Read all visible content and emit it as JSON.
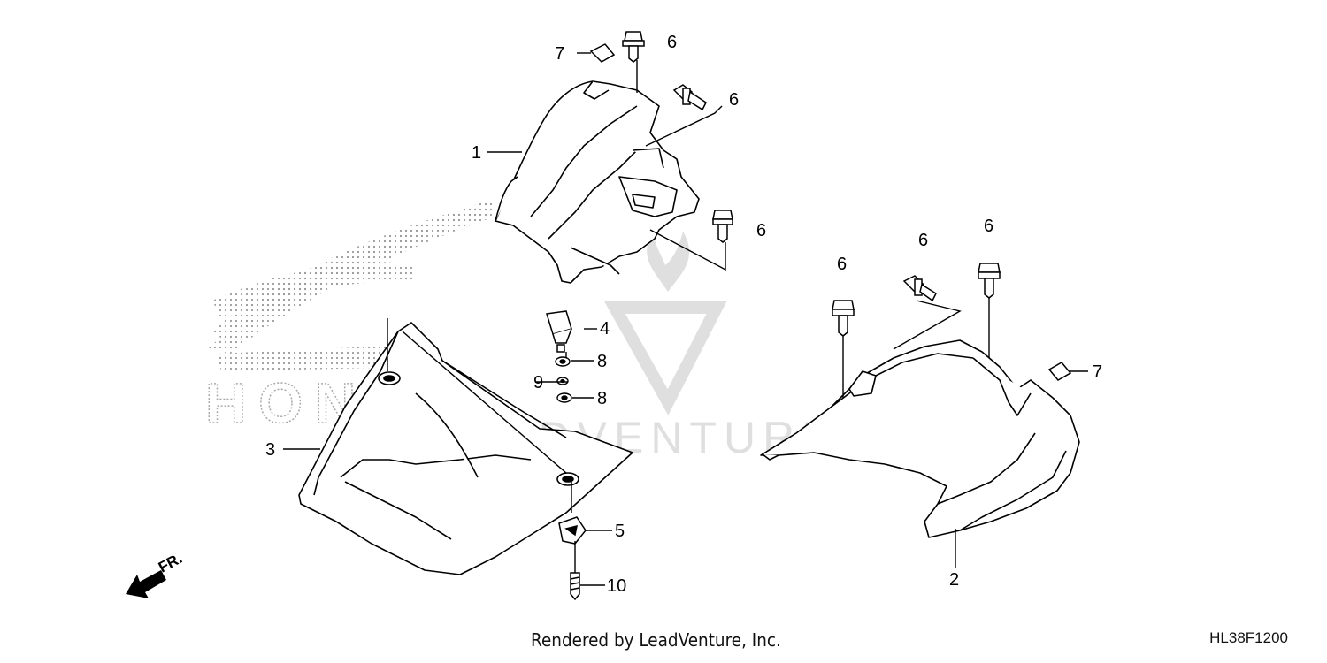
{
  "watermark": {
    "brand": "HONDA",
    "text": "LEADVENTURE"
  },
  "front_indicator": "FR.",
  "footer": {
    "credit": "Rendered by LeadVenture, Inc.",
    "diagram_code": "HL38F1200"
  },
  "callouts": [
    "1",
    "2",
    "3",
    "4",
    "5",
    "6",
    "6",
    "6",
    "6",
    "6",
    "6",
    "7",
    "7",
    "8",
    "8",
    "9",
    "10"
  ],
  "parts": [
    {
      "ref": "1",
      "kind": "upper-center-cover"
    },
    {
      "ref": "2",
      "kind": "right-side-cover"
    },
    {
      "ref": "3",
      "kind": "front-hood-panel"
    },
    {
      "ref": "4",
      "kind": "knob"
    },
    {
      "ref": "5",
      "kind": "clip"
    },
    {
      "ref": "6",
      "kind": "bolt"
    },
    {
      "ref": "7",
      "kind": "clip-nut"
    },
    {
      "ref": "8",
      "kind": "washer"
    },
    {
      "ref": "9",
      "kind": "washer"
    },
    {
      "ref": "10",
      "kind": "screw"
    }
  ]
}
